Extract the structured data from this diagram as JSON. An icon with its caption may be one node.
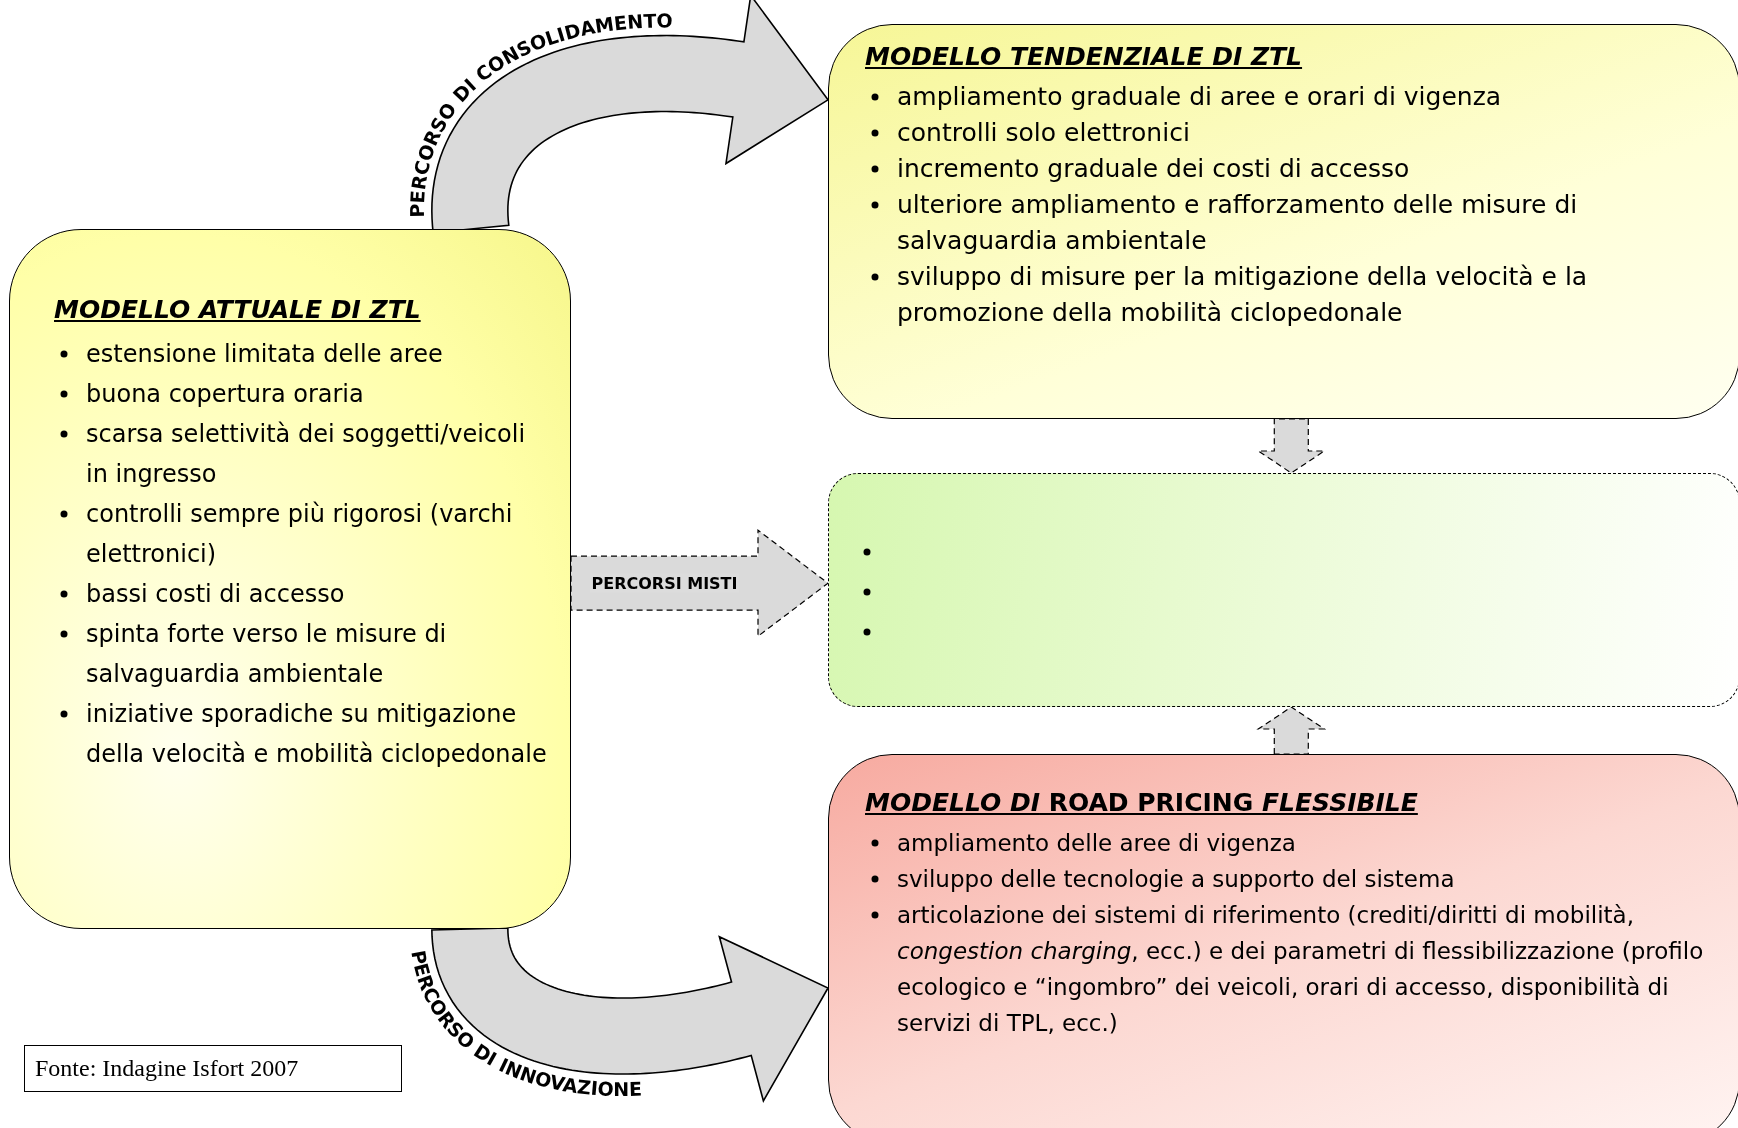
{
  "diagram": {
    "nodes": [
      {
        "text": [
          "MODELLO ATTUALE DI ZTL",
          "estensione limitata delle aree",
          "buona copertura oraria",
          "scarsa selettività dei soggetti/veicoli in ingresso",
          "controlli sempre più rigorosi (varchi elettronici)",
          "bassi costi di accesso",
          "spinta forte verso le misure di salvaguardia ambientale",
          "iniziative sporadiche su mitigazione della velocità e mobilità ciclopedonale"
        ]
      },
      {
        "text": [
          "MODELLO TENDENZIALE DI ZTL",
          "ampliamento graduale di aree e orari di vigenza",
          "controlli solo elettronici",
          "incremento graduale dei costi di accesso",
          "ulteriore ampliamento e rafforzamento delle misure di salvaguardia ambientale",
          "sviluppo di misure per la mitigazione della velocità e la promozione della mobilità ciclopedonale"
        ]
      },
      {
        "text": [],
        "shape": "box"
      },
      {
        "text": [
          "*MODELLO DI* ROAD PRICING *FLESSIBILE*",
          "ampliamento delle aree di vigenza",
          "sviluppo delle tecnologie a supporto del sistema",
          "articolazione dei sistemi di riferimento (crediti/diritti di mobilità, *congestion charging*, ecc.) e dei parametri di flessibilizzazione (profilo ecologico e “ingombro” dei veicoli, orari di accesso, disponibilità di servizi di TPL, ecc.)"
        ]
      },
      {
        "text": [
          "Fonte: Indagine Isfort 2007"
        ]
      }
    ],
    "edges": [
      {
        "from": 0,
        "to": 1,
        "arrow": "to",
        "label": "PERCORSO DI CONSOLIDAMENTO",
        "style": "thick"
      },
      {
        "from": 0,
        "to": 3,
        "arrow": "to",
        "label": "PERCORSO DI INNOVAZIONE",
        "style": "thick"
      },
      {
        "from": 0,
        "to": 2,
        "arrow": "to",
        "label": "PERCORSI MISTI",
        "style": "dashed"
      },
      {
        "from": 1,
        "to": 2,
        "arrow": "to",
        "style": "dashed"
      },
      {
        "from": 3,
        "to": 2,
        "arrow": "to",
        "style": "dashed"
      }
    ]
  }
}
